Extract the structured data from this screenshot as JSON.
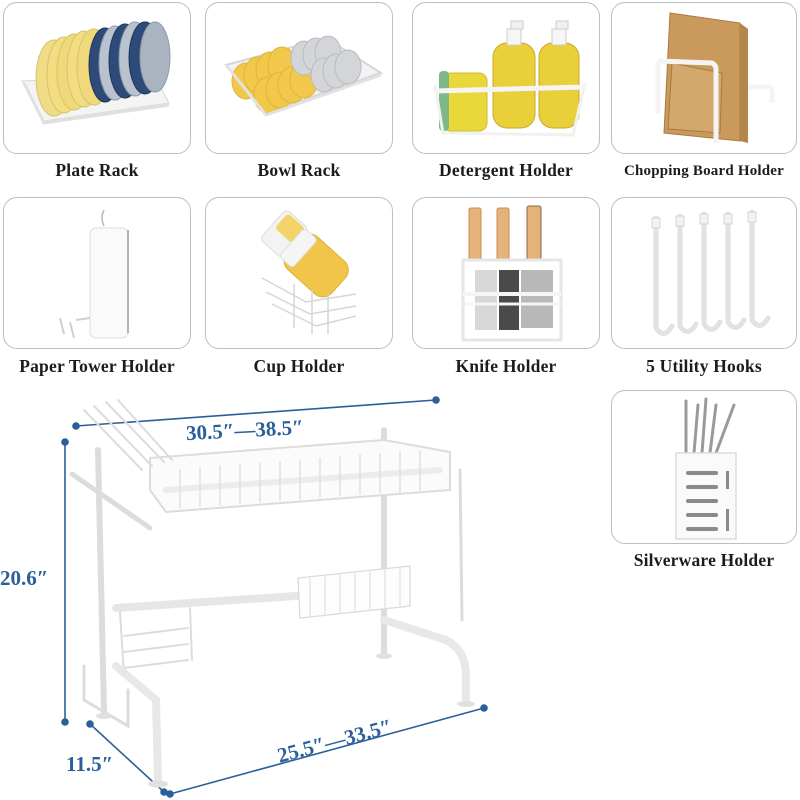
{
  "accessories": [
    {
      "id": "plate-rack",
      "label": "Plate Rack"
    },
    {
      "id": "bowl-rack",
      "label": "Bowl Rack"
    },
    {
      "id": "detergent-holder",
      "label": "Detergent Holder"
    },
    {
      "id": "chopping-board-holder",
      "label": "Chopping Board Holder"
    },
    {
      "id": "paper-towel-holder",
      "label": "Paper Tower Holder"
    },
    {
      "id": "cup-holder",
      "label": "Cup Holder"
    },
    {
      "id": "knife-holder",
      "label": "Knife Holder"
    },
    {
      "id": "utility-hooks",
      "label": "5 Utility Hooks"
    },
    {
      "id": "silverware-holder",
      "label": "Silverware Holder"
    }
  ],
  "dimensions": {
    "width_top": "30.5″—38.5″",
    "height": "20.6″",
    "depth": "11.5″",
    "width_bottom": "25.5″—33.5″"
  },
  "colors": {
    "dimension_blue": "#2b5f99",
    "panel_border": "#b9bfc2",
    "label_text": "#1c1c1c",
    "plate_yellow": "#f1dc7e",
    "plate_navy": "#2d4a78",
    "plate_grey": "#b6c0cc",
    "wood": "#c99a5c",
    "detergent": "#e9cf3a"
  }
}
